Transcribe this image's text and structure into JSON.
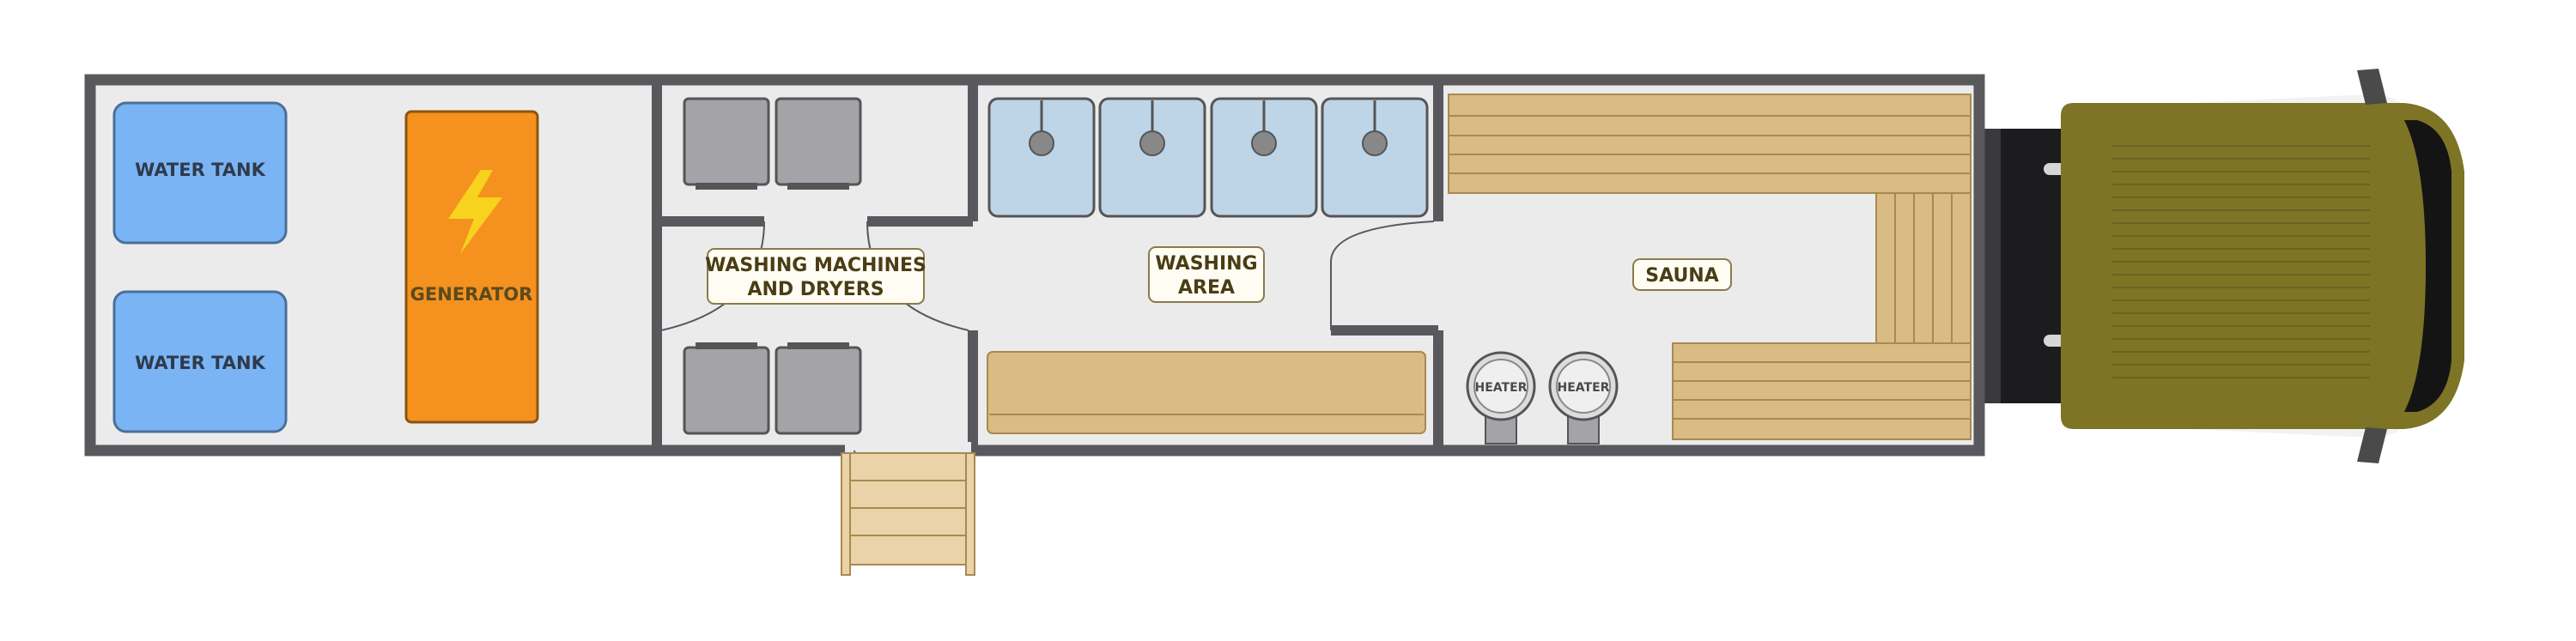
{
  "labels": {
    "water_tank_top": "WATER TANK",
    "water_tank_bottom": "WATER TANK",
    "generator": "GENERATOR",
    "laundry_line1": "WASHING MACHINES",
    "laundry_line2": "AND DRYERS",
    "washing_line1": "WASHING",
    "washing_line2": "AREA",
    "sauna": "SAUNA",
    "heater_left": "HEATER",
    "heater_right": "HEATER"
  },
  "icons": {
    "generator": "lightning-bolt-icon"
  },
  "colors": {
    "water_tank": "#7ab4f5",
    "generator": "#f5911e",
    "bolt": "#f7d21e",
    "wood": "#d9bb84",
    "wood_light": "#ead3a8",
    "wall": "#58585d",
    "floor": "#ebebeb",
    "appliance": "#a4a4a8",
    "sink": "#bed5e8",
    "cab": "#7d7425",
    "label_bg": "#fffdf3",
    "label_border": "#8a7a4a"
  }
}
